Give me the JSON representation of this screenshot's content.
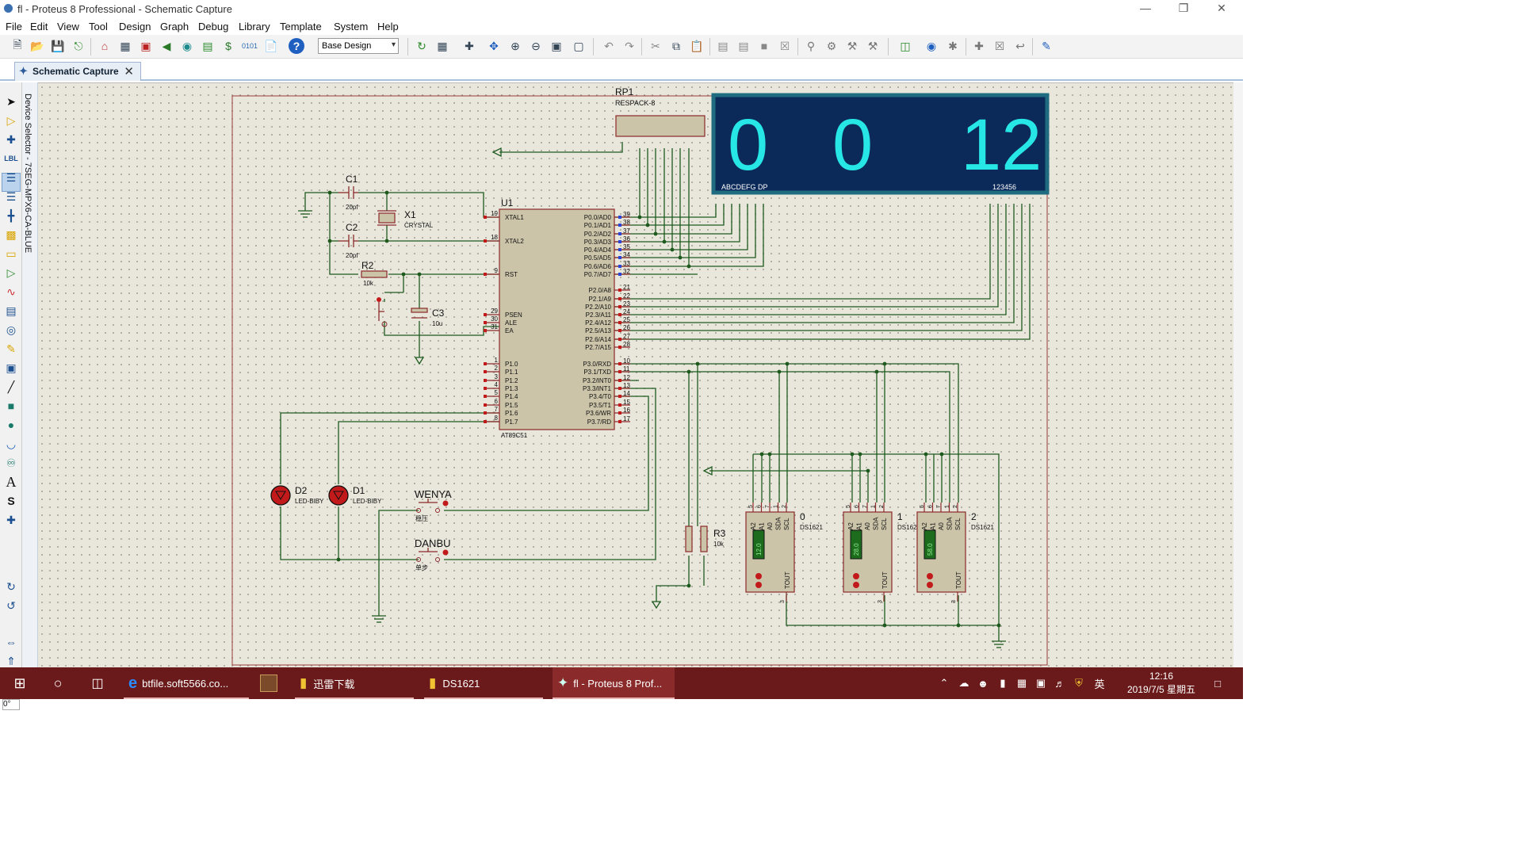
{
  "window": {
    "title": "fl - Proteus 8 Professional - Schematic Capture"
  },
  "menu": [
    "File",
    "Edit",
    "View",
    "Tool",
    "Design",
    "Graph",
    "Debug",
    "Library",
    "Template",
    "System",
    "Help"
  ],
  "toolbar": {
    "design_select": "Base Design"
  },
  "tab": {
    "label": "Schematic Capture"
  },
  "device_selector": {
    "label": "Device Selector - 7SEG-MPX6-CA-BLUE"
  },
  "rotation": {
    "angle": "0°"
  },
  "schematic": {
    "rp1": {
      "ref": "RP1",
      "value": "RESPACK-8"
    },
    "display": {
      "digits": [
        "0",
        "0",
        "12"
      ],
      "segment_label": "ABCDEFG DP",
      "digit_label": "123456",
      "color": "#27e6e6",
      "bg": "#0c2a59",
      "frame": "#1f6c80"
    },
    "c1": {
      "ref": "C1",
      "value": "20pf"
    },
    "c2": {
      "ref": "C2",
      "value": "20pf"
    },
    "x1": {
      "ref": "X1",
      "value": "CRYSTAL"
    },
    "r2": {
      "ref": "R2",
      "value": "10k"
    },
    "c3": {
      "ref": "C3",
      "value": "10u"
    },
    "u1": {
      "ref": "U1",
      "part": "AT89C51",
      "left_pins": [
        {
          "num": "19",
          "name": "XTAL1"
        },
        {
          "num": "18",
          "name": "XTAL2"
        },
        {
          "num": "9",
          "name": "RST"
        },
        {
          "num": "29",
          "name": "PSEN"
        },
        {
          "num": "30",
          "name": "ALE"
        },
        {
          "num": "31",
          "name": "EA"
        },
        {
          "num": "1",
          "name": "P1.0"
        },
        {
          "num": "2",
          "name": "P1.1"
        },
        {
          "num": "3",
          "name": "P1.2"
        },
        {
          "num": "4",
          "name": "P1.3"
        },
        {
          "num": "5",
          "name": "P1.4"
        },
        {
          "num": "6",
          "name": "P1.5"
        },
        {
          "num": "7",
          "name": "P1.6"
        },
        {
          "num": "8",
          "name": "P1.7"
        }
      ],
      "right_pins": [
        {
          "num": "39",
          "name": "P0.0/AD0"
        },
        {
          "num": "38",
          "name": "P0.1/AD1"
        },
        {
          "num": "37",
          "name": "P0.2/AD2"
        },
        {
          "num": "36",
          "name": "P0.3/AD3"
        },
        {
          "num": "35",
          "name": "P0.4/AD4"
        },
        {
          "num": "34",
          "name": "P0.5/AD5"
        },
        {
          "num": "33",
          "name": "P0.6/AD6"
        },
        {
          "num": "32",
          "name": "P0.7/AD7"
        },
        {
          "num": "21",
          "name": "P2.0/A8"
        },
        {
          "num": "22",
          "name": "P2.1/A9"
        },
        {
          "num": "23",
          "name": "P2.2/A10"
        },
        {
          "num": "24",
          "name": "P2.3/A11"
        },
        {
          "num": "25",
          "name": "P2.4/A12"
        },
        {
          "num": "26",
          "name": "P2.5/A13"
        },
        {
          "num": "27",
          "name": "P2.6/A14"
        },
        {
          "num": "28",
          "name": "P2.7/A15"
        },
        {
          "num": "10",
          "name": "P3.0/RXD"
        },
        {
          "num": "11",
          "name": "P3.1/TXD"
        },
        {
          "num": "12",
          "name": "P3.2/INT0"
        },
        {
          "num": "13",
          "name": "P3.3/INT1"
        },
        {
          "num": "14",
          "name": "P3.4/T0"
        },
        {
          "num": "15",
          "name": "P3.5/T1"
        },
        {
          "num": "16",
          "name": "P3.6/WR"
        },
        {
          "num": "17",
          "name": "P3.7/RD"
        }
      ]
    },
    "d2": {
      "ref": "D2",
      "value": "LED-BIBY"
    },
    "d1": {
      "ref": "D1",
      "value": "LED-BIBY"
    },
    "wenya": {
      "ref": "WENYA",
      "sub": "稳压"
    },
    "danbu": {
      "ref": "DANBU",
      "sub": "单步"
    },
    "r3": {
      "ref": "R3",
      "value": "10k"
    },
    "sensors": [
      {
        "ref": "0",
        "part": "DS1621",
        "reading": "12.0"
      },
      {
        "ref": "1",
        "part": "DS1621",
        "reading": "28.0"
      },
      {
        "ref": "2",
        "part": "DS1621",
        "reading": "58.0"
      }
    ],
    "sensor_pins": {
      "top": [
        "A2",
        "A1",
        "A0",
        "SDA",
        "SCL"
      ],
      "bottom": "TOUT",
      "nums": [
        "5",
        "6",
        "7",
        "1",
        "2"
      ],
      "gnd": "3"
    }
  },
  "taskbar": {
    "items": [
      "btfile.soft5566.co...",
      "迅雷下载",
      "DS1621",
      "fl - Proteus 8 Prof..."
    ],
    "time": "12:16",
    "date": "2019/7/5 星期五",
    "ime": "英"
  }
}
